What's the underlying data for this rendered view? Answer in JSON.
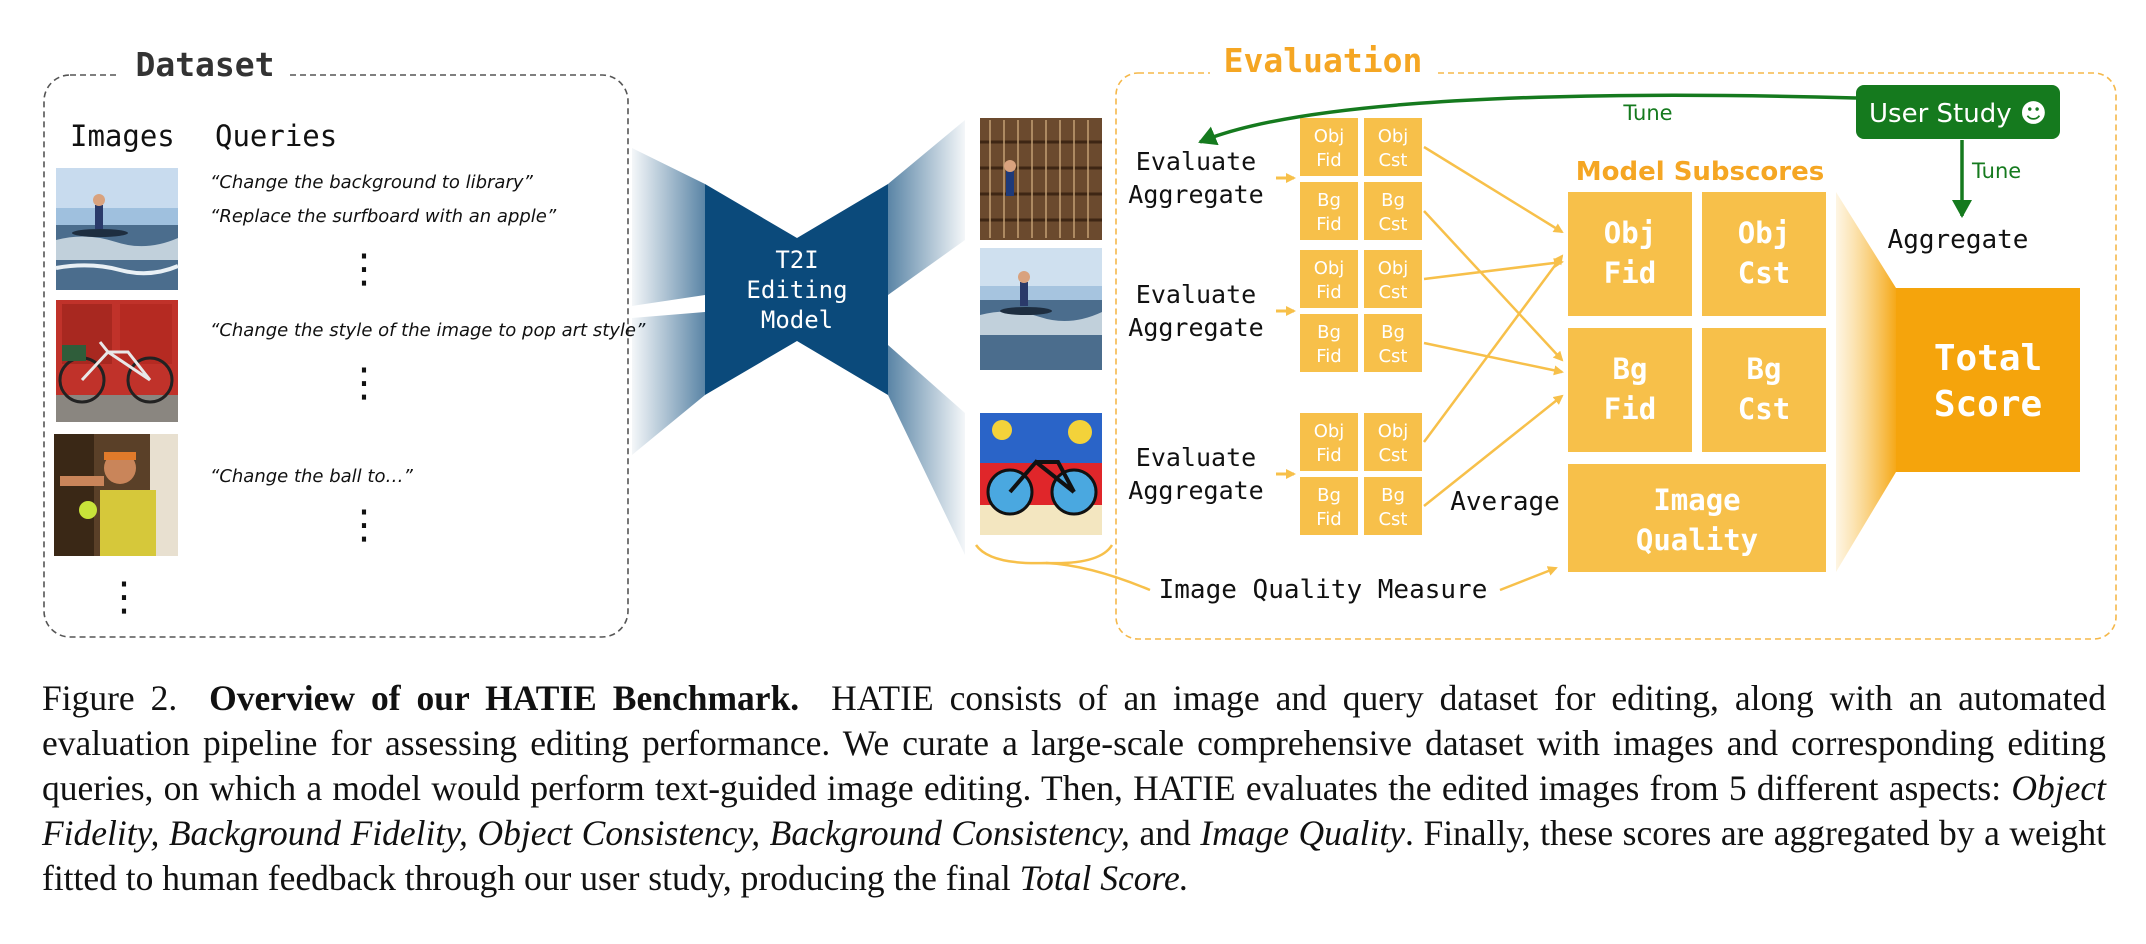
{
  "dataset": {
    "title": "Dataset",
    "images_header": "Images",
    "queries_header": "Queries",
    "queries": [
      "“Change the background to library”",
      "“Replace the surfboard with an apple”",
      "“Change the style of the image to pop art style”",
      "“Change the ball to…”"
    ],
    "ellipsis": "⋮"
  },
  "model": {
    "line1": "T2I",
    "line2": "Editing",
    "line3": "Model"
  },
  "evaluation": {
    "title": "Evaluation",
    "evaluate": "Evaluate",
    "aggregate": "Aggregate",
    "mini": {
      "obj_fid": [
        "Obj",
        "Fid"
      ],
      "obj_cst": [
        "Obj",
        "Cst"
      ],
      "bg_fid": [
        "Bg",
        "Fid"
      ],
      "bg_cst": [
        "Bg",
        "Cst"
      ]
    },
    "subscores_title": "Model Subscores",
    "subscores": {
      "obj_fid": [
        "Obj",
        "Fid"
      ],
      "obj_cst": [
        "Obj",
        "Cst"
      ],
      "bg_fid": [
        "Bg",
        "Fid"
      ],
      "bg_cst": [
        "Bg",
        "Cst"
      ],
      "image_quality": [
        "Image",
        "Quality"
      ]
    },
    "average": "Average",
    "iq_measure": "Image Quality Measure",
    "user_study": "User Study ☻",
    "tune": "Tune",
    "aggregate_top": "Aggregate",
    "total_score": [
      "Total",
      "Score"
    ]
  },
  "colors": {
    "accent": "#f5a623",
    "light_orange": "#f7c04a",
    "total_orange": "#f5a40c",
    "navy": "#0b4a7b",
    "green": "#157a1e"
  },
  "caption": {
    "figure": "Figure 2.",
    "bold": "Overview of our HATIE Benchmark.",
    "p1": "HATIE consists of an image and query dataset for editing, along with an automated evaluation pipeline for assessing editing performance. We curate a large-scale comprehensive dataset with images and corresponding editing queries, on which a model would perform text-guided image editing. Then, HATIE evaluates the edited images from 5 different aspects:",
    "aspects": "Object Fidelity, Background Fidelity, Object Consistency, Background Consistency,",
    "and": "and",
    "iq": "Image Quality",
    "p2": ". Finally, these scores are aggregated by a weight fitted to human feedback through our user study, producing the final",
    "total": "Total Score."
  }
}
